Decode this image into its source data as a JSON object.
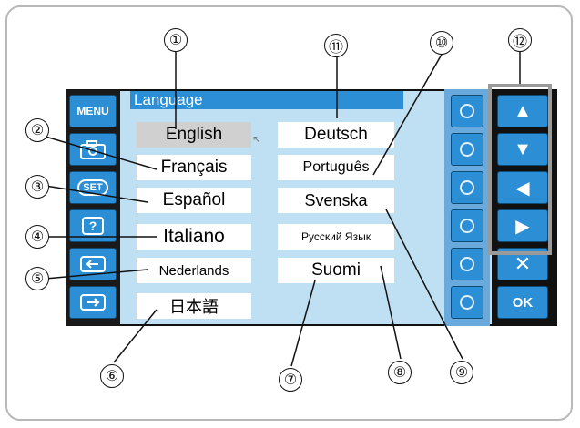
{
  "screen": {
    "title": "Language",
    "accent_color": "#2c8fd6",
    "background_color": "#bfe0f2"
  },
  "left_buttons": [
    {
      "name": "menu-button",
      "label": "MENU",
      "icon": "menu-text"
    },
    {
      "name": "camera-button",
      "label": "",
      "icon": "camera-icon"
    },
    {
      "name": "set-button",
      "label": "SET",
      "icon": "set-icon"
    },
    {
      "name": "help-button",
      "label": "?",
      "icon": "help-icon"
    },
    {
      "name": "back-button",
      "label": "",
      "icon": "return-icon"
    },
    {
      "name": "exit-button",
      "label": "",
      "icon": "exit-icon"
    }
  ],
  "languages_left": [
    {
      "label": "English",
      "selected": true
    },
    {
      "label": "Français",
      "selected": false
    },
    {
      "label": "Español",
      "selected": false
    },
    {
      "label": "Italiano",
      "selected": false
    },
    {
      "label": "Nederlands",
      "selected": false
    },
    {
      "label": "日本語",
      "selected": false
    }
  ],
  "languages_right": [
    {
      "label": "Deutsch",
      "selected": false
    },
    {
      "label": "Português",
      "selected": false
    },
    {
      "label": "Svenska",
      "selected": false
    },
    {
      "label": "Русский Язык",
      "selected": false
    },
    {
      "label": "Suomi",
      "selected": false
    }
  ],
  "nav_buttons": [
    {
      "name": "up-button",
      "icon": "arrow-up-icon",
      "label": "▲"
    },
    {
      "name": "down-button",
      "icon": "arrow-down-icon",
      "label": "▼"
    },
    {
      "name": "left-button",
      "icon": "arrow-left-icon",
      "label": "◀"
    },
    {
      "name": "right-button",
      "icon": "arrow-right-icon",
      "label": "▶"
    },
    {
      "name": "cancel-button",
      "icon": "close-icon",
      "label": "✕"
    },
    {
      "name": "ok-button",
      "icon": "ok-text",
      "label": "OK"
    }
  ],
  "callouts": [
    "①",
    "②",
    "③",
    "④",
    "⑤",
    "⑥",
    "⑦",
    "⑧",
    "⑨",
    "⑩",
    "⑪",
    "⑫"
  ]
}
